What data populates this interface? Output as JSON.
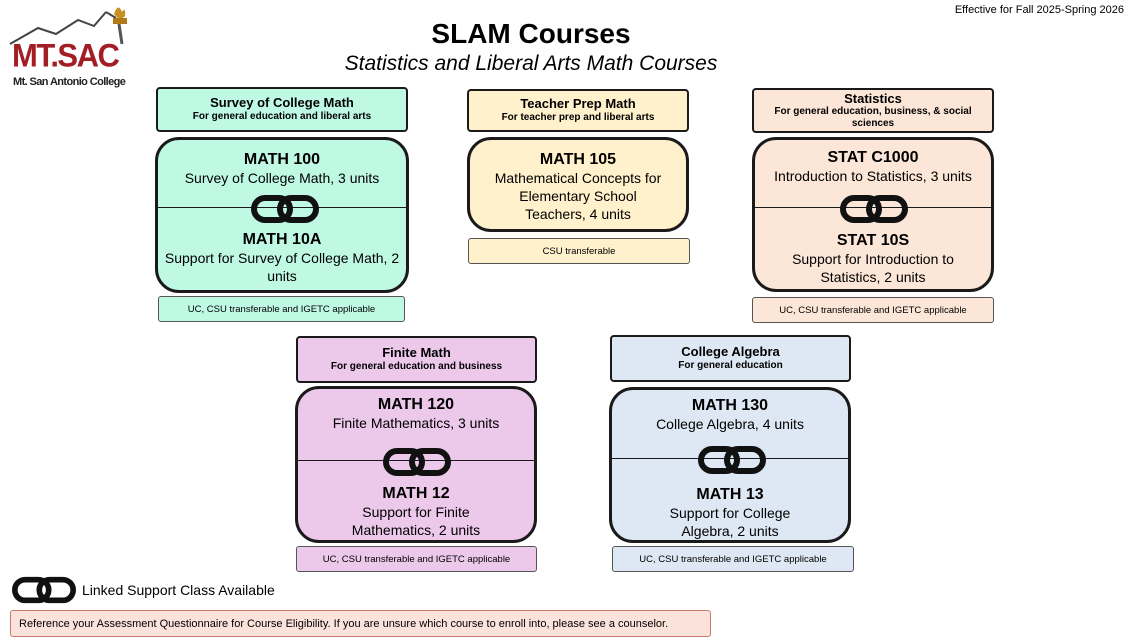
{
  "header": {
    "logo_text": "MT.SAC",
    "logo_subtext": "Mt. San Antonio College",
    "effective": "Effective for Fall 2025-Spring 2026",
    "title": "SLAM Courses",
    "subtitle": "Statistics and Liberal Arts Math Courses"
  },
  "colors": {
    "survey": "#bff9e4",
    "teacher": "#fff1cb",
    "statistics": "#fbe6d7",
    "finite": "#ecc9ea",
    "algebra": "#dde8f4",
    "logo_red": "#a31d24"
  },
  "pathways": {
    "survey": {
      "title": "Survey of College Math",
      "subtitle": "For general education and liberal arts",
      "main_code": "MATH 100",
      "main_desc": "Survey of College Math, 3 units",
      "support_code": "MATH 10A",
      "support_desc": "Support for Survey of College Math, 2 units",
      "note": "UC, CSU transferable and IGETC applicable",
      "icon": "chain-link-icon"
    },
    "teacher": {
      "title": "Teacher Prep Math",
      "subtitle": "For teacher prep and liberal arts",
      "main_code": "MATH 105",
      "main_desc": "Mathematical Concepts for Elementary School Teachers, 4 units",
      "note": "CSU transferable"
    },
    "statistics": {
      "title": "Statistics",
      "subtitle": "For general education, business, & social sciences",
      "main_code": "STAT C1000",
      "main_desc": "Introduction to Statistics, 3 units",
      "support_code": "STAT 10S",
      "support_desc": "Support for Introduction to Statistics, 2 units",
      "note": "UC, CSU transferable and IGETC applicable",
      "icon": "chain-link-icon"
    },
    "finite": {
      "title": "Finite Math",
      "subtitle": "For general education and business",
      "main_code": "MATH 120",
      "main_desc": "Finite Mathematics, 3 units",
      "support_code": "MATH 12",
      "support_desc": "Support for Finite Mathematics, 2 units",
      "note": "UC, CSU transferable and IGETC applicable",
      "icon": "chain-link-icon"
    },
    "algebra": {
      "title": "College Algebra",
      "subtitle": "For general education",
      "main_code": "MATH 130",
      "main_desc": "College Algebra, 4 units",
      "support_code": "MATH 13",
      "support_desc": "Support for College Algebra, 2 units",
      "note": "UC, CSU transferable and IGETC applicable",
      "icon": "chain-link-icon"
    }
  },
  "legend": {
    "label": "Linked Support Class Available",
    "icon": "chain-link-icon"
  },
  "footer": {
    "text": "Reference your Assessment Questionnaire for Course Eligibility. If you are unsure which course to enroll into, please see a counselor."
  }
}
